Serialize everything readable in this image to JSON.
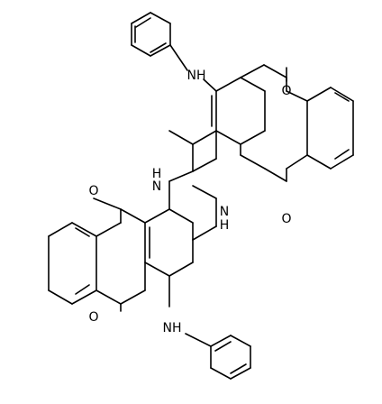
{
  "labels": {
    "nh_top": "NH",
    "nh_bottom": "NH",
    "nh_ring_left": "H\nN",
    "nh_ring_right": "N\nH",
    "o_top_right": "O",
    "o_mid_right": "O",
    "o_top_left": "O",
    "o_bottom_left": "O"
  },
  "colors": {
    "bond": "#000000",
    "text": "#000000",
    "background": "#ffffff"
  }
}
